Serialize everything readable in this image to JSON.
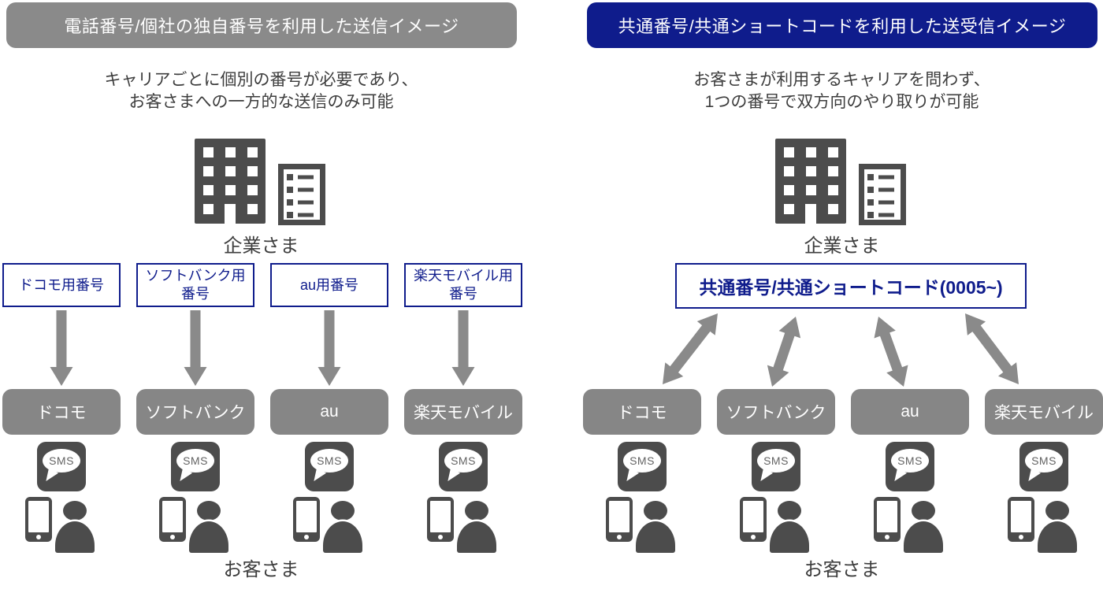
{
  "left": {
    "header": "電話番号/個社の独自番号を利用した送信イメージ",
    "desc_line1": "キャリアごとに個別の番号が必要であり、",
    "desc_line2": "お客さまへの一方的な送信のみ可能",
    "company_label": "企業さま",
    "number_boxes": [
      "ドコモ用番号",
      "ソフトバンク用\n番号",
      "au用番号",
      "楽天モバイル用\n番号"
    ],
    "carriers": [
      "ドコモ",
      "ソフトバンク",
      "au",
      "楽天モバイル"
    ],
    "customer_label": "お客さま"
  },
  "right": {
    "header": "共通番号/共通ショートコードを利用した送受信イメージ",
    "desc_line1": "お客さまが利用するキャリアを問わず、",
    "desc_line2": "1つの番号で双方向のやり取りが可能",
    "company_label": "企業さま",
    "common_box": "共通番号/共通ショートコード(0005~)",
    "carriers": [
      "ドコモ",
      "ソフトバンク",
      "au",
      "楽天モバイル"
    ],
    "customer_label": "お客さま"
  },
  "icons": {
    "sms_label": "SMS",
    "building_icon": "company-buildings",
    "phone_icon": "smartphone",
    "person_icon": "customer-person"
  },
  "colors": {
    "navy": "#0f1c8c",
    "header_gray": "#8a8a8a",
    "box_gray": "#868686",
    "arrow_gray": "#8a8a8a",
    "icon_dark": "#4c4c4c",
    "text_dark": "#3d3d3d"
  }
}
